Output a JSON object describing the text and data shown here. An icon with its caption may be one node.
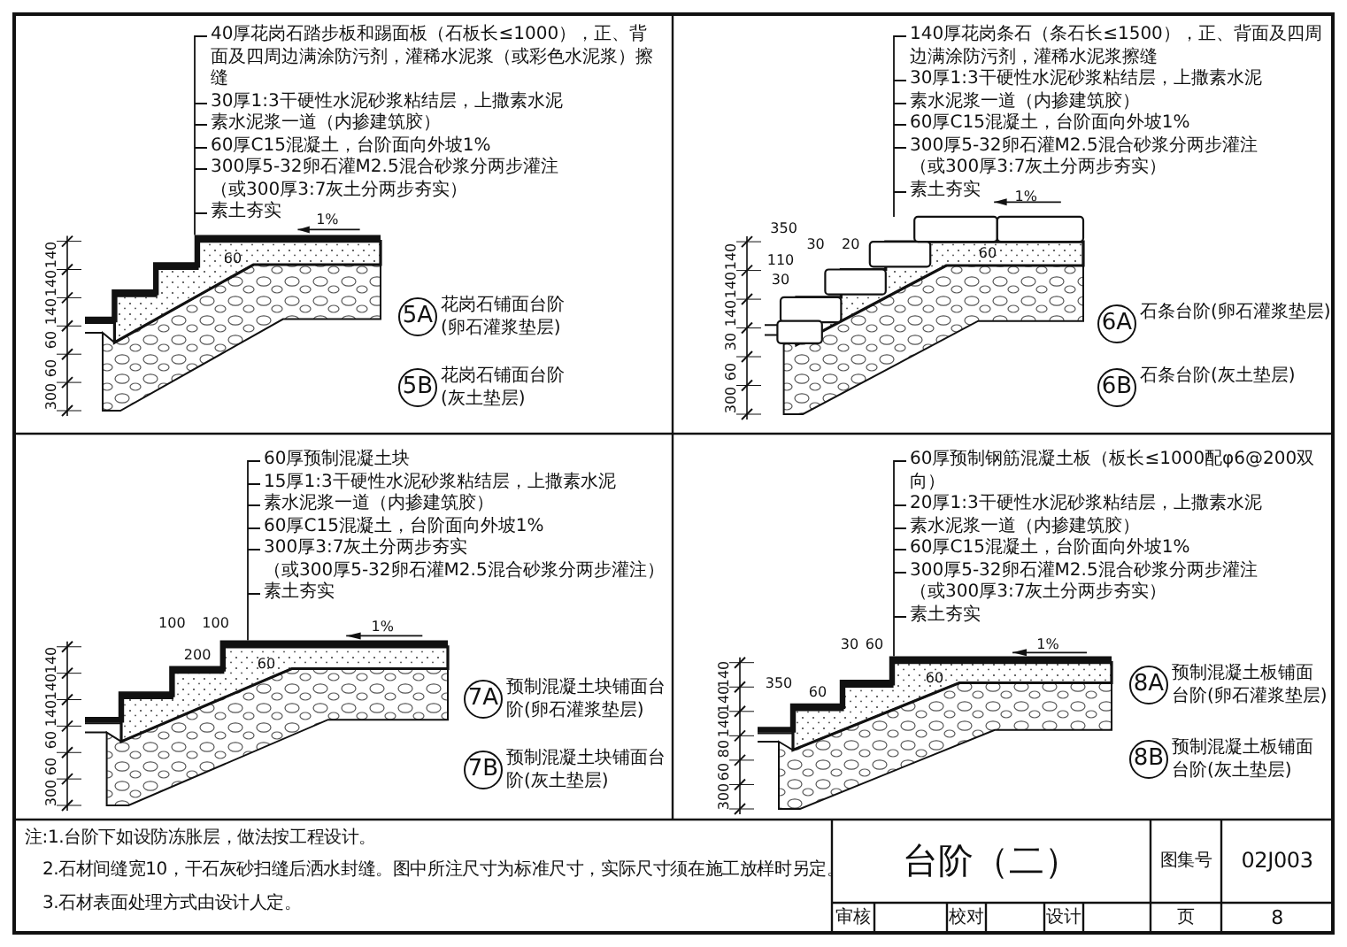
{
  "diagram": {
    "title": "台阶（二）",
    "nodes": [
      {
        "text": [
          "40厚花岗石踏步板和踢面板（石板长≤1000），正、背面及四周边满涂防污剂，灌稀水泥浆（或彩色水泥浆）擦缝",
          "30厚1:3干硬性水泥砂浆粘结层，上撒素水泥",
          "素水泥浆一道（内掺建筑胶）",
          "60厚C15混凝土，台阶面向外坡1%",
          "300厚5-32卵石灌M2.5混合砂浆分两步灌注",
          "（或300厚3:7灰土分两步夯实）",
          "素土夯实"
        ]
      },
      {
        "text": [],
        "shape": "picture"
      },
      {
        "text": [
          "5A"
        ],
        "beside": [
          "花岗石铺面台阶(卵石灌浆垫层)"
        ]
      },
      {
        "text": [
          "5B"
        ],
        "beside": [
          "花岗石铺面台阶(灰土垫层)"
        ]
      },
      {
        "text": [
          "140厚花岗条石（条石长≤1500），正、背面及四周边满涂防污剂，灌稀水泥浆擦缝",
          "30厚1:3干硬性水泥砂浆粘结层，上撒素水泥",
          "素水泥浆一道（内掺建筑胶）",
          "60厚C15混凝土，台阶面向外坡1%",
          "300厚5-32卵石灌M2.5混合砂浆分两步灌注",
          "（或300厚3:7灰土分两步夯实）",
          "素土夯实"
        ]
      },
      {
        "text": [],
        "shape": "picture"
      },
      {
        "text": [
          "6A"
        ],
        "beside": [
          "石条台阶(卵石灌浆垫层)"
        ]
      },
      {
        "text": [
          "6B"
        ],
        "beside": [
          "石条台阶(灰土垫层)"
        ]
      },
      {
        "text": [
          "60厚预制混凝土块",
          "15厚1:3干硬性水泥砂浆粘结层，上撒素水泥",
          "素水泥浆一道（内掺建筑胶）",
          "60厚C15混凝土，台阶面向外坡1%",
          "300厚3:7灰土分两步夯实",
          "（或300厚5-32卵石灌M2.5混合砂浆分两步灌注）",
          "素土夯实"
        ]
      },
      {
        "text": [],
        "shape": "picture"
      },
      {
        "text": [
          "7A"
        ],
        "beside": [
          "预制混凝土块铺面台阶(卵石灌浆垫层)"
        ]
      },
      {
        "text": [
          "7B"
        ],
        "beside": [
          "预制混凝土块铺面台阶(灰土垫层)"
        ]
      },
      {
        "text": [
          "60厚预制钢筋混凝土板（板长≤1000配φ6@200双向）",
          "20厚1:3干硬性水泥砂浆粘结层，上撒素水泥",
          "素水泥浆一道（内掺建筑胶）",
          "60厚C15混凝土，台阶面向外坡1%",
          "300厚5-32卵石灌M2.5混合砂浆分两步灌注",
          "（或300厚3:7灰土分两步夯实）",
          "素土夯实"
        ]
      },
      {
        "text": [],
        "shape": "picture"
      },
      {
        "text": [
          "8A"
        ],
        "beside": [
          "预制混凝土板铺面台阶(卵石灌浆垫层)"
        ]
      },
      {
        "text": [
          "8B"
        ],
        "beside": [
          "预制混凝土板铺面台阶(灰土垫层)"
        ]
      }
    ],
    "edges": [
      {
        "from": 0,
        "to": 1,
        "arrow": "none"
      },
      {
        "from": 4,
        "to": 5,
        "arrow": "none"
      },
      {
        "from": 8,
        "to": 9,
        "arrow": "none"
      },
      {
        "from": 12,
        "to": 13,
        "arrow": "none"
      }
    ],
    "labels": [
      "140",
      "140",
      "140",
      "60",
      "60",
      "300",
      "1%",
      "60",
      "350",
      "30",
      "20",
      "110",
      "30",
      "1%",
      "60",
      "140",
      "140",
      "140",
      "30",
      "60",
      "300",
      "100",
      "100",
      "200",
      "1%",
      "60",
      "140",
      "140",
      "140",
      "60",
      "60",
      "300",
      "350",
      "30",
      "60",
      "60",
      "1%",
      "60",
      "140",
      "140",
      "140",
      "80",
      "60",
      "300",
      "注:1.台阶下如设防冻胀层，做法按工程设计。",
      "2.石材间缝宽10，干石灰砂扫缝后洒水封缝。图中所注尺寸为标准尺寸，实际尺寸须在施工放样时另定。",
      "3.石材表面处理方式由设计人定。",
      "图集号",
      "02J003",
      "审核",
      "校对",
      "设计",
      "页",
      "8"
    ]
  }
}
